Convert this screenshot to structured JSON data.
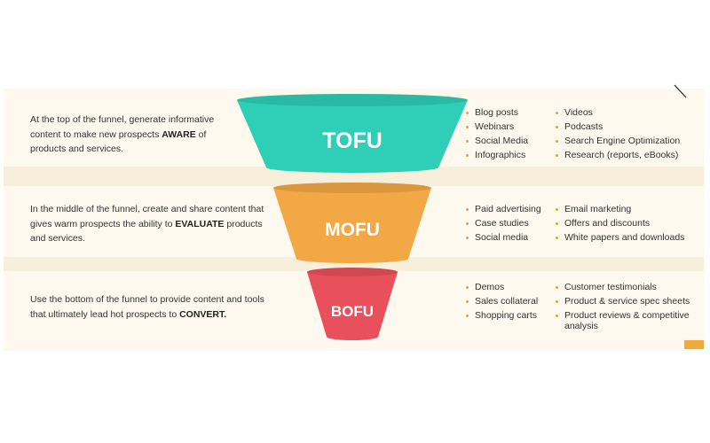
{
  "stages": [
    {
      "label": "TOFU",
      "color": "#2ecfb6",
      "description": {
        "before": "At the top of the funnel, generate informative content to make new prospects ",
        "keyword": "AWARE",
        "after": " of products and services."
      },
      "col1": [
        "Blog posts",
        "Webinars",
        "Social Media",
        "Infographics"
      ],
      "col2": [
        "Videos",
        "Podcasts",
        "Search Engine Optimization",
        "Research (reports, eBooks)"
      ]
    },
    {
      "label": "MOFU",
      "color": "#f2a844",
      "description": {
        "before": "In the middle of the funnel, create and share content that gives warm prospects the ability to ",
        "keyword": "EVALUATE",
        "after": " products and services."
      },
      "col1": [
        "Paid advertising",
        "Case studies",
        "Social media"
      ],
      "col2": [
        "Email marketing",
        "Offers and discounts",
        "White papers and downloads"
      ]
    },
    {
      "label": "BOFU",
      "color": "#e8505b",
      "description": {
        "before": "Use the bottom of the funnel to provide content and tools that ultimately lead hot prospects to ",
        "keyword": "CONVERT.",
        "after": ""
      },
      "col1": [
        "Demos",
        "Sales collateral",
        "Shopping carts"
      ],
      "col2": [
        "Customer testimonials",
        "Product & service spec sheets",
        "Product reviews & competitive analysis"
      ]
    }
  ],
  "accent_color": "#e8a531"
}
